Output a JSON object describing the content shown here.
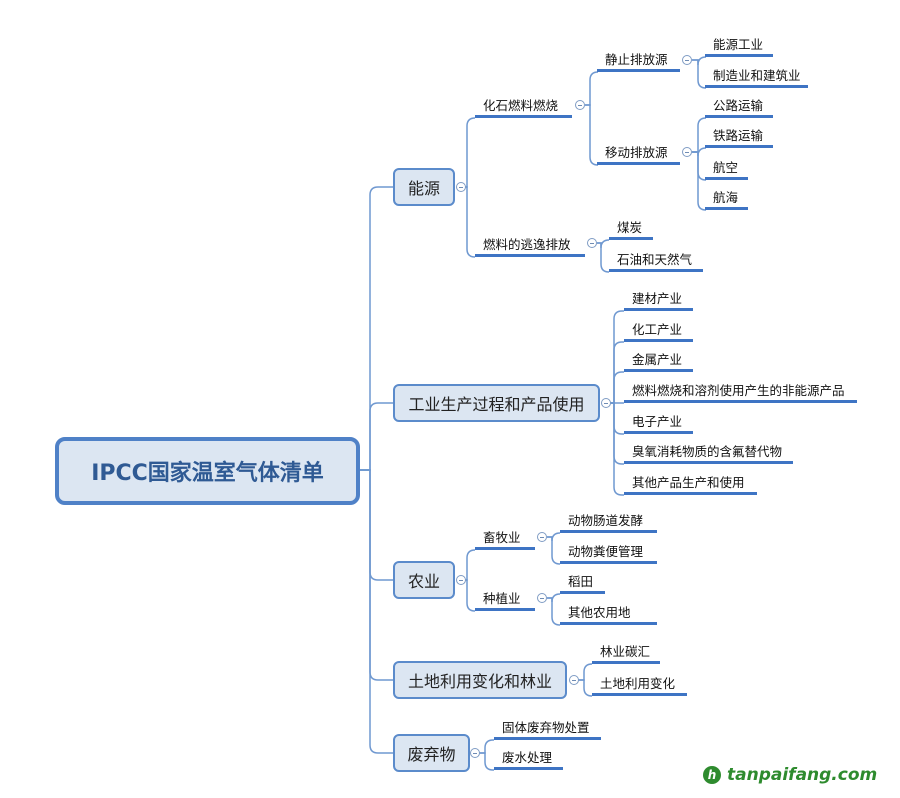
{
  "root": "IPCC国家温室气体清单",
  "branches": [
    {
      "label": "能源",
      "children": [
        {
          "label": "化石燃料燃烧",
          "children": [
            {
              "label": "静止排放源",
              "children": [
                "能源工业",
                "制造业和建筑业"
              ]
            },
            {
              "label": "移动排放源",
              "children": [
                "公路运输",
                "铁路运输",
                "航空",
                "航海"
              ]
            }
          ]
        },
        {
          "label": "燃料的逃逸排放",
          "children": [
            "煤炭",
            "石油和天然气"
          ]
        }
      ]
    },
    {
      "label": "工业生产过程和产品使用",
      "children": [
        "建材产业",
        "化工产业",
        "金属产业",
        "燃料燃烧和溶剂使用产生的非能源产品",
        "电子产业",
        "臭氧消耗物质的含氟替代物",
        "其他产品生产和使用"
      ]
    },
    {
      "label": "农业",
      "children": [
        {
          "label": "畜牧业",
          "children": [
            "动物肠道发酵",
            "动物粪便管理"
          ]
        },
        {
          "label": "种植业",
          "children": [
            "稻田",
            "其他农用地"
          ]
        }
      ]
    },
    {
      "label": "土地利用变化和林业",
      "children": [
        "林业碳汇",
        "土地利用变化"
      ]
    },
    {
      "label": "废弃物",
      "children": [
        "固体废弃物处置",
        "废水处理"
      ]
    }
  ],
  "watermark": {
    "logo": "h",
    "text": "tanpaifang.com"
  },
  "colors": {
    "accent": "#3e74c4",
    "node_fill": "#dce6f2",
    "watermark": "#2e8b2e"
  }
}
